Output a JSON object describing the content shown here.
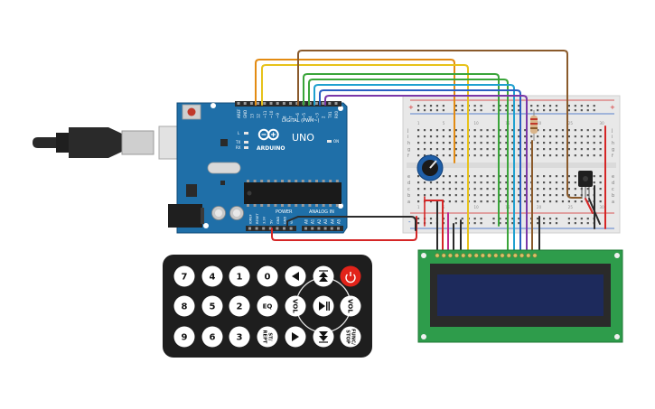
{
  "board": {
    "brand": "ARDUINO",
    "model": "UNO",
    "digital_label": "DIGITAL (PWM~)",
    "power_label": "POWER",
    "analog_label": "ANALOG IN",
    "on_label": "ON",
    "tx_label": "TX",
    "rx_label": "RX",
    "l_label": "L",
    "top_pins": [
      "AREF",
      "GND",
      "13",
      "12",
      "~11",
      "~10",
      "~9",
      "8",
      "7",
      "~6",
      "~5",
      "4",
      "~3",
      "2",
      "TX1",
      "RX0"
    ],
    "power_pins": [
      "IOREF",
      "RESET",
      "3.3V",
      "5V",
      "GND",
      "GND",
      "Vin"
    ],
    "analog_pins": [
      "A0",
      "A1",
      "A2",
      "A3",
      "A4",
      "A5"
    ]
  },
  "breadboard": {
    "rows_left": [
      "j",
      "i",
      "h",
      "g",
      "f",
      "e",
      "d",
      "c",
      "b",
      "a"
    ],
    "column_numbers": [
      "1",
      "5",
      "10",
      "15",
      "20",
      "25",
      "30"
    ],
    "rail_plus": "+",
    "rail_minus": "-"
  },
  "remote": {
    "power_icon": "power-icon",
    "buttons": [
      {
        "label": "7",
        "kind": "text"
      },
      {
        "label": "4",
        "kind": "text"
      },
      {
        "label": "1",
        "kind": "text"
      },
      {
        "label": "0",
        "kind": "text"
      },
      {
        "label": "",
        "kind": "back"
      },
      {
        "label": "",
        "kind": "up"
      },
      {
        "label": "",
        "kind": "power"
      },
      {
        "label": "8",
        "kind": "text"
      },
      {
        "label": "5",
        "kind": "text"
      },
      {
        "label": "2",
        "kind": "text"
      },
      {
        "label": "EQ",
        "kind": "text"
      },
      {
        "label": "VOL",
        "kind": "text"
      },
      {
        "label": "",
        "kind": "play"
      },
      {
        "label": "VOL",
        "kind": "text"
      },
      {
        "label": "9",
        "kind": "text"
      },
      {
        "label": "6",
        "kind": "text"
      },
      {
        "label": "3",
        "kind": "text"
      },
      {
        "label": "ST/ REPT",
        "kind": "text"
      },
      {
        "label": "",
        "kind": "forward"
      },
      {
        "label": "",
        "kind": "down"
      },
      {
        "label": "FUNC/ STOP",
        "kind": "text"
      }
    ]
  },
  "lcd": {
    "pin_count": 16,
    "screen_color": "#1d2a5c",
    "board_color": "#2e9c4b"
  },
  "colors": {
    "arduino_blue": "#1f6fa8",
    "breadboard": "#e8e8e8",
    "wire_orange": "#e38b12",
    "wire_yellow": "#e7c21a",
    "wire_green": "#3aa53a",
    "wire_cyan": "#1fa0cf",
    "wire_blue": "#2a5fc2",
    "wire_purple": "#7a37a8",
    "wire_brown": "#8a5a2b",
    "wire_red": "#d52626",
    "wire_black": "#2b2b2b",
    "wire_magenta": "#c2268a"
  }
}
